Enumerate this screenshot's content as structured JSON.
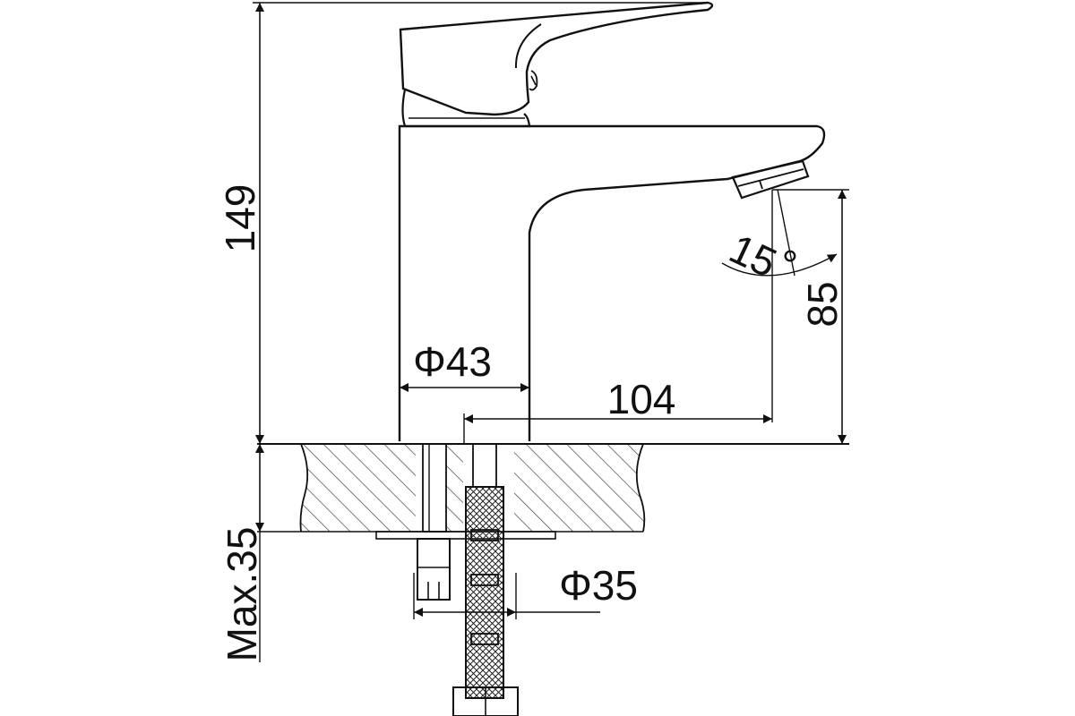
{
  "colors": {
    "line": "#111111",
    "background": "#ffffff"
  },
  "dimensions": {
    "total_height": "149",
    "spout_height": "85",
    "spout_angle": "15",
    "degree_symbol": "°",
    "body_diameter": "Φ43",
    "spout_reach": "104",
    "hose_diameter": "Φ35",
    "max_counter_thickness": "Max.35"
  }
}
